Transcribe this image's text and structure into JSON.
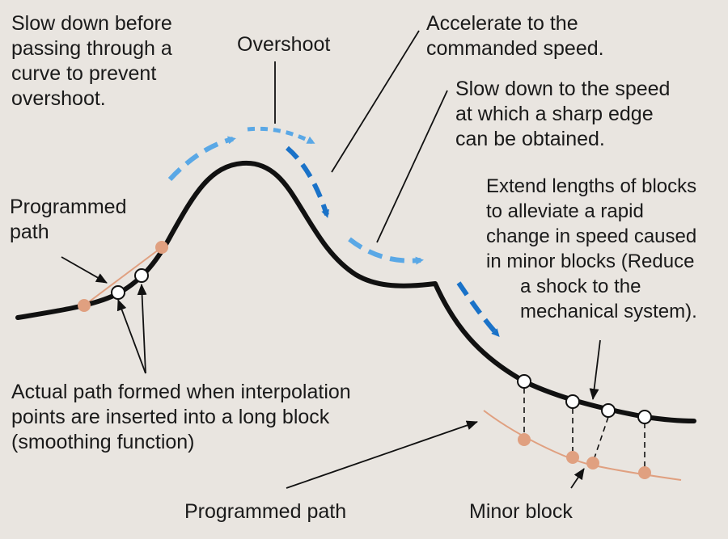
{
  "colors": {
    "background": "#e9e5e0",
    "path": "#111111",
    "programmed_path": "#e0a080",
    "programmed_point": "#e0a080",
    "interpolation_point": "#ffffff",
    "speed_arrow_light": "#5aa8e6",
    "speed_arrow_dark": "#1a72c8",
    "leader_line": "#111111"
  },
  "labels": {
    "slow_down_before_curve": [
      "Slow down before",
      "passing through a",
      "curve to prevent",
      "overshoot."
    ],
    "overshoot": "Overshoot",
    "accelerate": [
      "Accelerate to the",
      "commanded speed."
    ],
    "slow_down_sharp_edge": [
      "Slow down to the speed",
      "at which a sharp edge",
      "can be obtained."
    ],
    "extend_lengths": [
      "Extend lengths of blocks",
      "to alleviate a rapid",
      "change in speed caused",
      "in minor blocks (Reduce",
      "a shock to the",
      "mechanical system)."
    ],
    "programmed_path_top": [
      "Programmed",
      "path"
    ],
    "actual_path": [
      "Actual path formed when interpolation",
      "points are inserted into a long block",
      "(smoothing function)"
    ],
    "programmed_path_bottom": "Programmed path",
    "minor_block": "Minor block"
  }
}
